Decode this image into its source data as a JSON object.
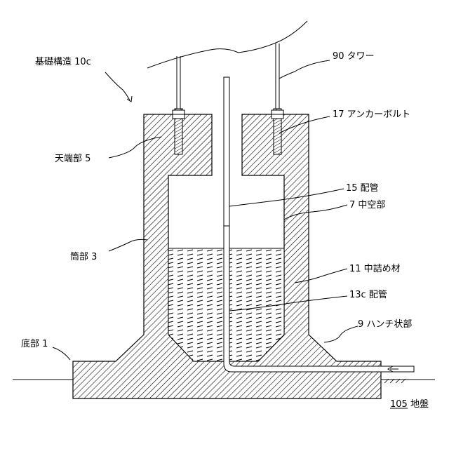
{
  "labels": {
    "foundation": "基礎構造 10c",
    "tower": "90 タワー",
    "anchor_bolt": "17 アンカーボルト",
    "top_part": "天端部 5",
    "pipe_15": "15 配管",
    "hollow": "7 中空部",
    "tube_part": "筒部 3",
    "filler": "11 中詰め材",
    "pipe_13c": "13c 配管",
    "haunch": "9 ハンチ状部",
    "bottom_part": "底部 1",
    "ground": "105 地盤"
  }
}
